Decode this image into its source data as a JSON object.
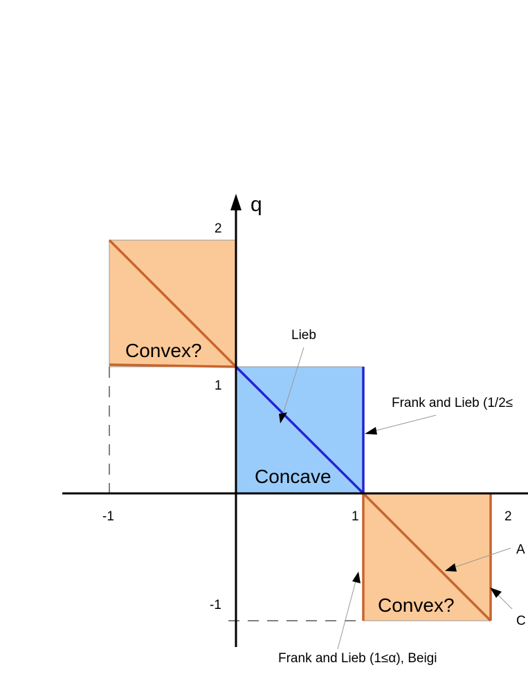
{
  "axis": {
    "y_label": "q",
    "x_ticks": [
      "-1",
      "1",
      "2"
    ],
    "y_ticks": [
      "2",
      "1",
      "-1"
    ]
  },
  "regions": {
    "top_left": "Convex?",
    "center": "Concave",
    "bottom_right": "Convex?"
  },
  "annotations": {
    "lieb": "Lieb",
    "frank_lieb_half": "Frank and Lieb (1/2≤",
    "frank_lieb_beigi": "Frank and Lieb (1≤α), Beigi",
    "right_a": "A",
    "right_c": "C"
  },
  "colors": {
    "convex_fill": "#fbc997",
    "convex_edge": "#c8652e",
    "concave_fill": "#99ccfb",
    "concave_edge": "#2424d2",
    "axis": "#000000",
    "outline": "#999999"
  }
}
